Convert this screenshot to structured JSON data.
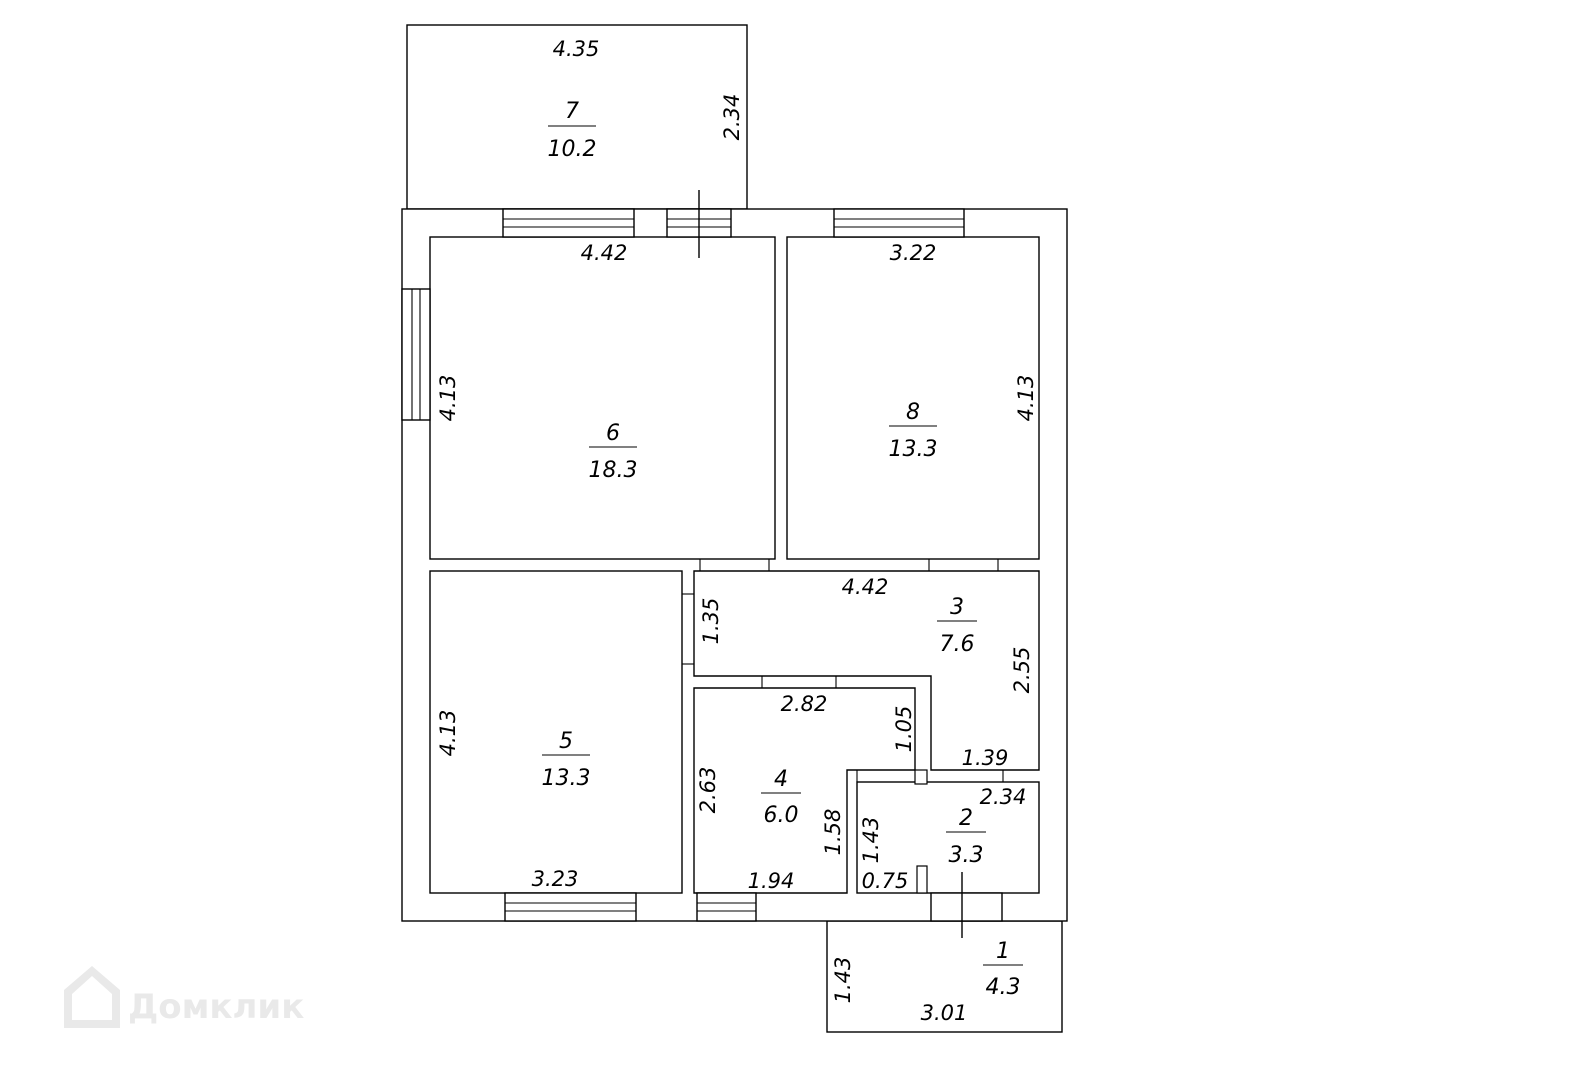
{
  "rooms": [
    {
      "id": "1",
      "area": "4.3"
    },
    {
      "id": "2",
      "area": "3.3"
    },
    {
      "id": "3",
      "area": "7.6"
    },
    {
      "id": "4",
      "area": "6.0"
    },
    {
      "id": "5",
      "area": "13.3"
    },
    {
      "id": "6",
      "area": "18.3"
    },
    {
      "id": "7",
      "area": "10.2"
    },
    {
      "id": "8",
      "area": "13.3"
    }
  ],
  "dimensions": {
    "r7_width": "4.35",
    "r7_depth": "2.34",
    "r6_width": "4.42",
    "r6_depth": "4.13",
    "r8_width": "3.22",
    "r8_depth": "4.13",
    "r3_width": "4.42",
    "r3_left": "1.35",
    "r3_right": "2.55",
    "r5_depth": "4.13",
    "r5_width": "3.23",
    "r4_top": "2.82",
    "r4_right_upper": "1.05",
    "r4_left": "2.63",
    "r4_right_lower": "1.58",
    "r4_bottom": "1.94",
    "r3_step": "1.39",
    "r2_width": "2.34",
    "r2_depth": "1.43",
    "r2_bottom": "0.75",
    "r1_depth": "1.43",
    "r1_width": "3.01"
  },
  "watermark": {
    "text": "Домклик",
    "icon": "house-logo-icon"
  }
}
